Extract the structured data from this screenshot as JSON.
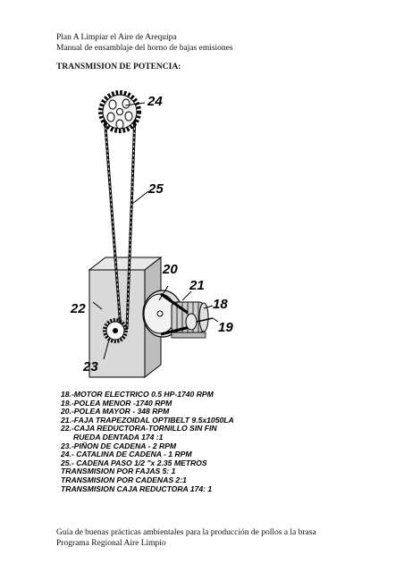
{
  "header": {
    "line1": "Plan A Limpiar el Aire de Arequipa",
    "line2": "Manual de ensamblaje del horno de bajas emisiones"
  },
  "section_title": "TRANSMISION DE POTENCIA:",
  "figure": {
    "callouts": [
      "24",
      "25",
      "20",
      "21",
      "18",
      "19",
      "22",
      "23"
    ]
  },
  "legend": [
    "18.-MOTOR ELECTRICO  0.5 HP-1740 RPM",
    "19.-POLEA MENOR -1740 RPM",
    "20.-POLEA MAYOR - 348 RPM",
    "21.-FAJA TRAPEZOIDAL OPTIBELT 9.5x1050LA",
    "22.-CAJA REDUCTORA-TORNILLO SIN FIN",
    "RUEDA DENTADA  174 :1",
    "23.-PIÑON DE CADENA - 2 RPM",
    "24.- CATALINA DE CADENA - 1 RPM",
    "25.- CADENA PASO 1/2 \"x 2.35 METROS",
    "TRANSMISION POR FAJAS 5: 1",
    "TRANSMISION POR CADENAS 2:1",
    "TRANSMISION CAJA REDUCTORA 174: 1"
  ],
  "footer": {
    "line1": "Guía de buenas prácticas ambientales para la producción de pollos a la brasa",
    "line2": "Programa Regional Aire Limpio"
  }
}
